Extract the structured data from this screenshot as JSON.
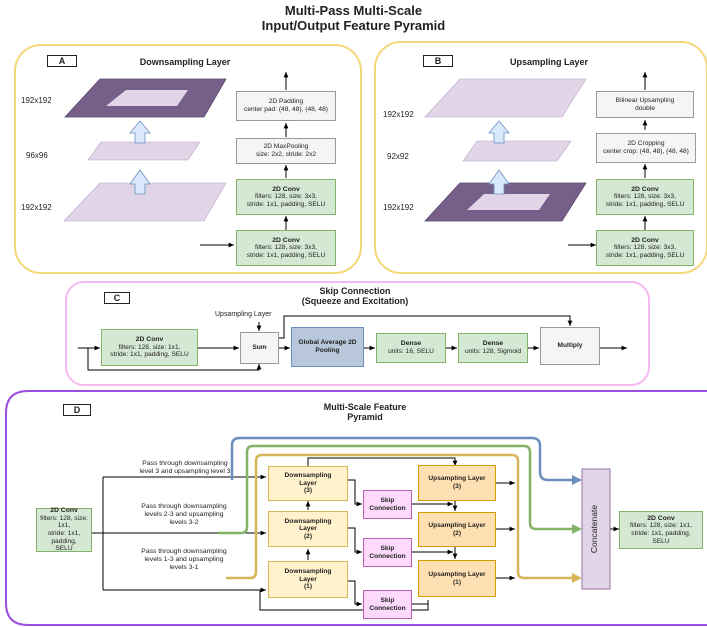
{
  "title": {
    "line1": "Multi-Pass Multi-Scale",
    "line2": "Input/Output Feature Pyramid"
  },
  "panel_a": {
    "tag": "A",
    "title": "Downsampling Layer",
    "sizes": [
      "192x192",
      "96x96",
      "192x192"
    ],
    "boxes": [
      {
        "title": "2D Padding",
        "lines": [
          "center pad: (48, 48), (48, 48)"
        ]
      },
      {
        "title": "2D MaxPooling",
        "lines": [
          "size: 2x2, stride: 2x2"
        ]
      },
      {
        "title": "2D Conv",
        "lines": [
          "filters: 128, size: 3x3,",
          "stride: 1x1, padding, SELU"
        ]
      },
      {
        "title": "2D Conv",
        "lines": [
          "filters: 128, size: 3x3,",
          "stride: 1x1, padding, SELU"
        ]
      }
    ]
  },
  "panel_b": {
    "tag": "B",
    "title": "Upsampling Layer",
    "sizes": [
      "192x192",
      "92x92",
      "192x192"
    ],
    "boxes": [
      {
        "title": "Bilinear Upsampling",
        "lines": [
          "double"
        ]
      },
      {
        "title": "2D Cropping",
        "lines": [
          "center crop: (48, 48), (48, 48)"
        ]
      },
      {
        "title": "2D Conv",
        "lines": [
          "filters: 128, size: 3x3,",
          "stride: 1x1, padding, SELU"
        ]
      },
      {
        "title": "2D Conv",
        "lines": [
          "filters: 128, size: 3x3,",
          "stride: 1x1, padding, SELU"
        ]
      }
    ]
  },
  "panel_c": {
    "tag": "C",
    "title1": "Skip Connection",
    "title2": "(Squeeze and Excitation)",
    "upsampling_label": "Upsampling Layer",
    "conv": {
      "title": "2D Conv",
      "lines": [
        "filters: 128, size: 1x1,",
        "stride: 1x1, padding, SELU"
      ]
    },
    "sum": "Sum",
    "gap": {
      "line1": "Global Average 2D",
      "line2": "Pooling"
    },
    "dense1": {
      "title": "Dense",
      "lines": [
        "units: 16, SELU"
      ]
    },
    "dense2": {
      "title": "Dense",
      "lines": [
        "units: 128, Sigmoid"
      ]
    },
    "multiply": "Multiply"
  },
  "panel_d": {
    "tag": "D",
    "title1": "Multi-Scale Feature",
    "title2": "Pyramid",
    "input_conv": {
      "title": "2D Conv",
      "lines": [
        "filters: 128, size: 1x1,",
        "stride: 1x1, padding,",
        "SELU"
      ]
    },
    "output_conv": {
      "title": "2D Conv",
      "lines": [
        "filters: 128, size: 1x1,",
        "stride: 1x1, padding,",
        "SELU"
      ]
    },
    "pass_labels": [
      [
        "Pass through downsampling",
        "level 3 and upsampling level 3"
      ],
      [
        "Pass through downsampling",
        "levels 2-3 and upsampling",
        "levels 3-2"
      ],
      [
        "Pass through downsampling",
        "levels 1-3 and upsampling",
        "levels 3-1"
      ]
    ],
    "down": [
      {
        "line1": "Downsampling",
        "line2": "Layer",
        "level": "(3)"
      },
      {
        "line1": "Downsampling",
        "line2": "Layer",
        "level": "(2)"
      },
      {
        "line1": "Downsampling",
        "line2": "Layer",
        "level": "(1)"
      }
    ],
    "up": [
      {
        "line1": "Upsampling Layer",
        "level": "(3)"
      },
      {
        "line1": "Upsampling Layer",
        "level": "(2)"
      },
      {
        "line1": "Upsampling Layer",
        "level": "(1)"
      }
    ],
    "skip": [
      {
        "line1": "Skip",
        "line2": "Connection"
      },
      {
        "line1": "Skip",
        "line2": "Connection"
      },
      {
        "line1": "Skip",
        "line2": "Connection"
      }
    ],
    "concatenate": "Concatenate",
    "path_colors": {
      "blue": "#6c8ebf",
      "green": "#82b366",
      "gold": "#d6b656"
    }
  }
}
